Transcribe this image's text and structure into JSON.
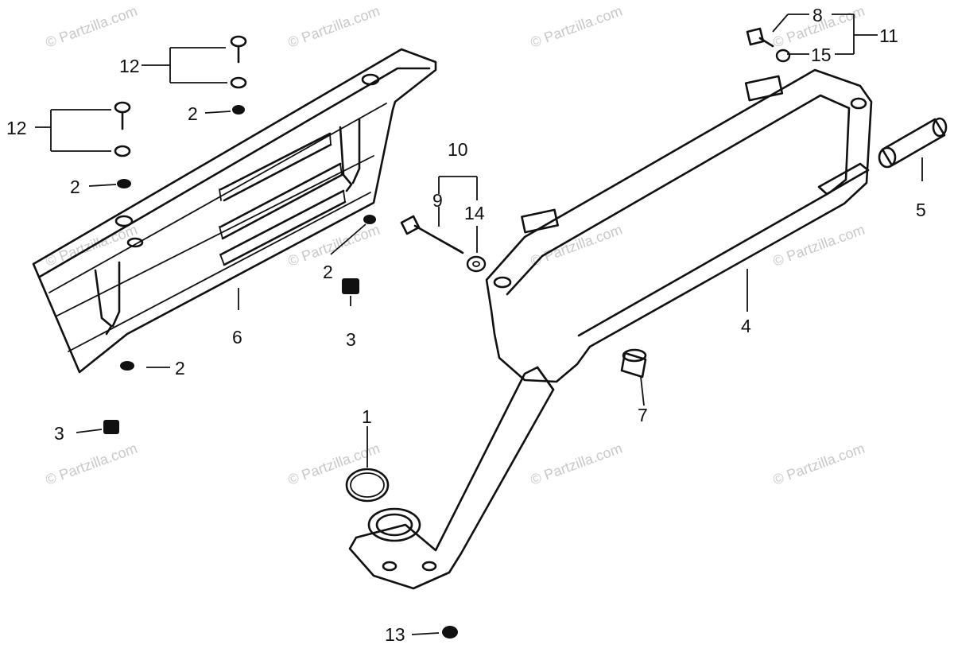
{
  "watermark": "© Partzilla.com",
  "colors": {
    "ink": "#111111",
    "watermark": "#c8c8c8",
    "background": "#ffffff"
  },
  "callouts": {
    "c1": "1",
    "c2a": "2",
    "c2b": "2",
    "c2c": "2",
    "c2d": "2",
    "c3a": "3",
    "c3b": "3",
    "c4": "4",
    "c5": "5",
    "c6": "6",
    "c7": "7",
    "c8": "8",
    "c9": "9",
    "c10": "10",
    "c11": "11",
    "c12a": "12",
    "c12b": "12",
    "c13": "13",
    "c14": "14",
    "c15": "15"
  }
}
